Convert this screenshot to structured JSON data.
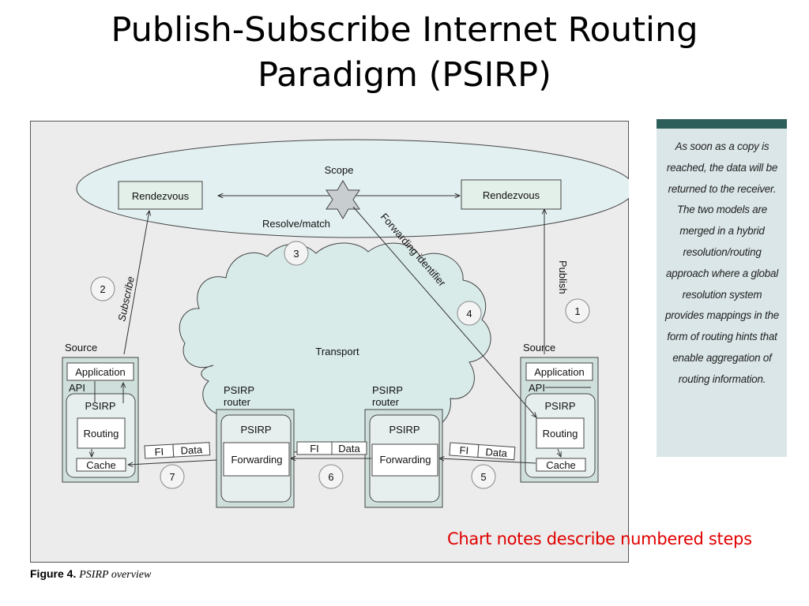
{
  "slide": {
    "title_line1": "Publish-Subscribe Internet Routing",
    "title_line2": "Paradigm (PSIRP)",
    "note": "Chart notes describe numbered steps",
    "note_color": "#e00000"
  },
  "figure": {
    "caption_label": "Figure 4.",
    "caption_text": "PSIRP overview",
    "scope": {
      "label": "Scope",
      "resolve_label": "Resolve/match",
      "rendezvous_left": "Rendezvous",
      "rendezvous_right": "Rendezvous"
    },
    "edges": {
      "subscribe": "Subscribe",
      "publish": "Publish",
      "forwarding_identifier": "Forwarding identifier"
    },
    "transport_label": "Transport",
    "source_left": {
      "label": "Source",
      "application": "Application",
      "api": "API",
      "psirp": "PSIRP",
      "routing": "Routing",
      "cache": "Cache"
    },
    "source_right": {
      "label": "Source",
      "application": "Application",
      "api": "API",
      "psirp": "PSIRP",
      "routing": "Routing",
      "cache": "Cache"
    },
    "router_left": {
      "label_line1": "PSIRP",
      "label_line2": "router",
      "psirp": "PSIRP",
      "forwarding": "Forwarding"
    },
    "router_right": {
      "label_line1": "PSIRP",
      "label_line2": "router",
      "psirp": "PSIRP",
      "forwarding": "Forwarding"
    },
    "packets": {
      "fi": "FI",
      "data": "Data"
    },
    "steps": [
      "1",
      "2",
      "3",
      "4",
      "5",
      "6",
      "7"
    ]
  },
  "side_panel": {
    "text": "As soon as a copy is reached, the data will be returned to the receiver. The two models are merged in a hybrid resolution/routing approach where a global resolution system provides mappings in the form of routing hints that enable aggregation of routing information.",
    "accent_color": "#2c5f59",
    "background_color": "#dbe6e8"
  }
}
